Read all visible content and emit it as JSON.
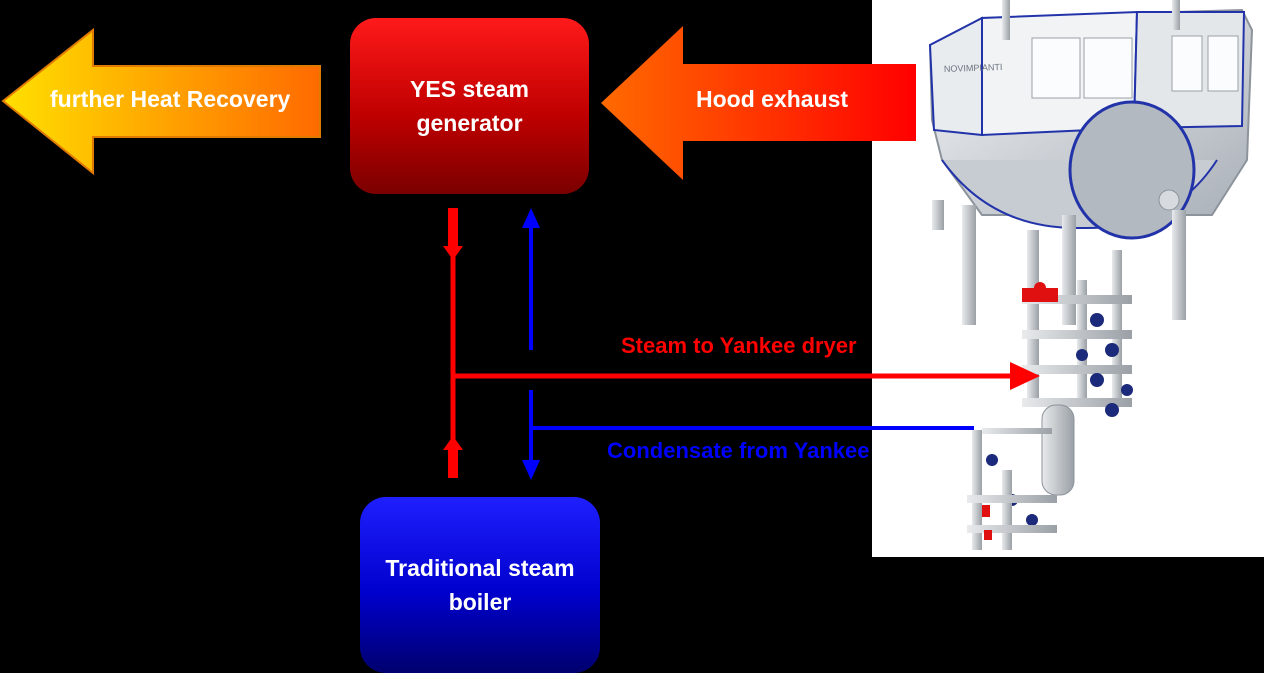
{
  "diagram": {
    "nodes": {
      "yes_generator": {
        "label": "YES steam generator"
      },
      "boiler": {
        "label": "Traditional steam boiler"
      }
    },
    "arrows": {
      "heat_recovery": {
        "label": "further Heat Recovery"
      },
      "hood_exhaust": {
        "label": "Hood exhaust"
      }
    },
    "lines": {
      "steam": {
        "label": "Steam to Yankee dryer",
        "color": "#ff0000"
      },
      "condensate": {
        "label": "Condensate from Yankee",
        "color": "#0000ff"
      }
    },
    "colors": {
      "hot": "#ff0000",
      "cold": "#0000ff",
      "orange": "#ff6600",
      "yellow": "#ffe000"
    },
    "illustration": {
      "subject": "yankee-hood-and-piping-icon",
      "brand_mark": "NOVIMPIANTI"
    }
  }
}
